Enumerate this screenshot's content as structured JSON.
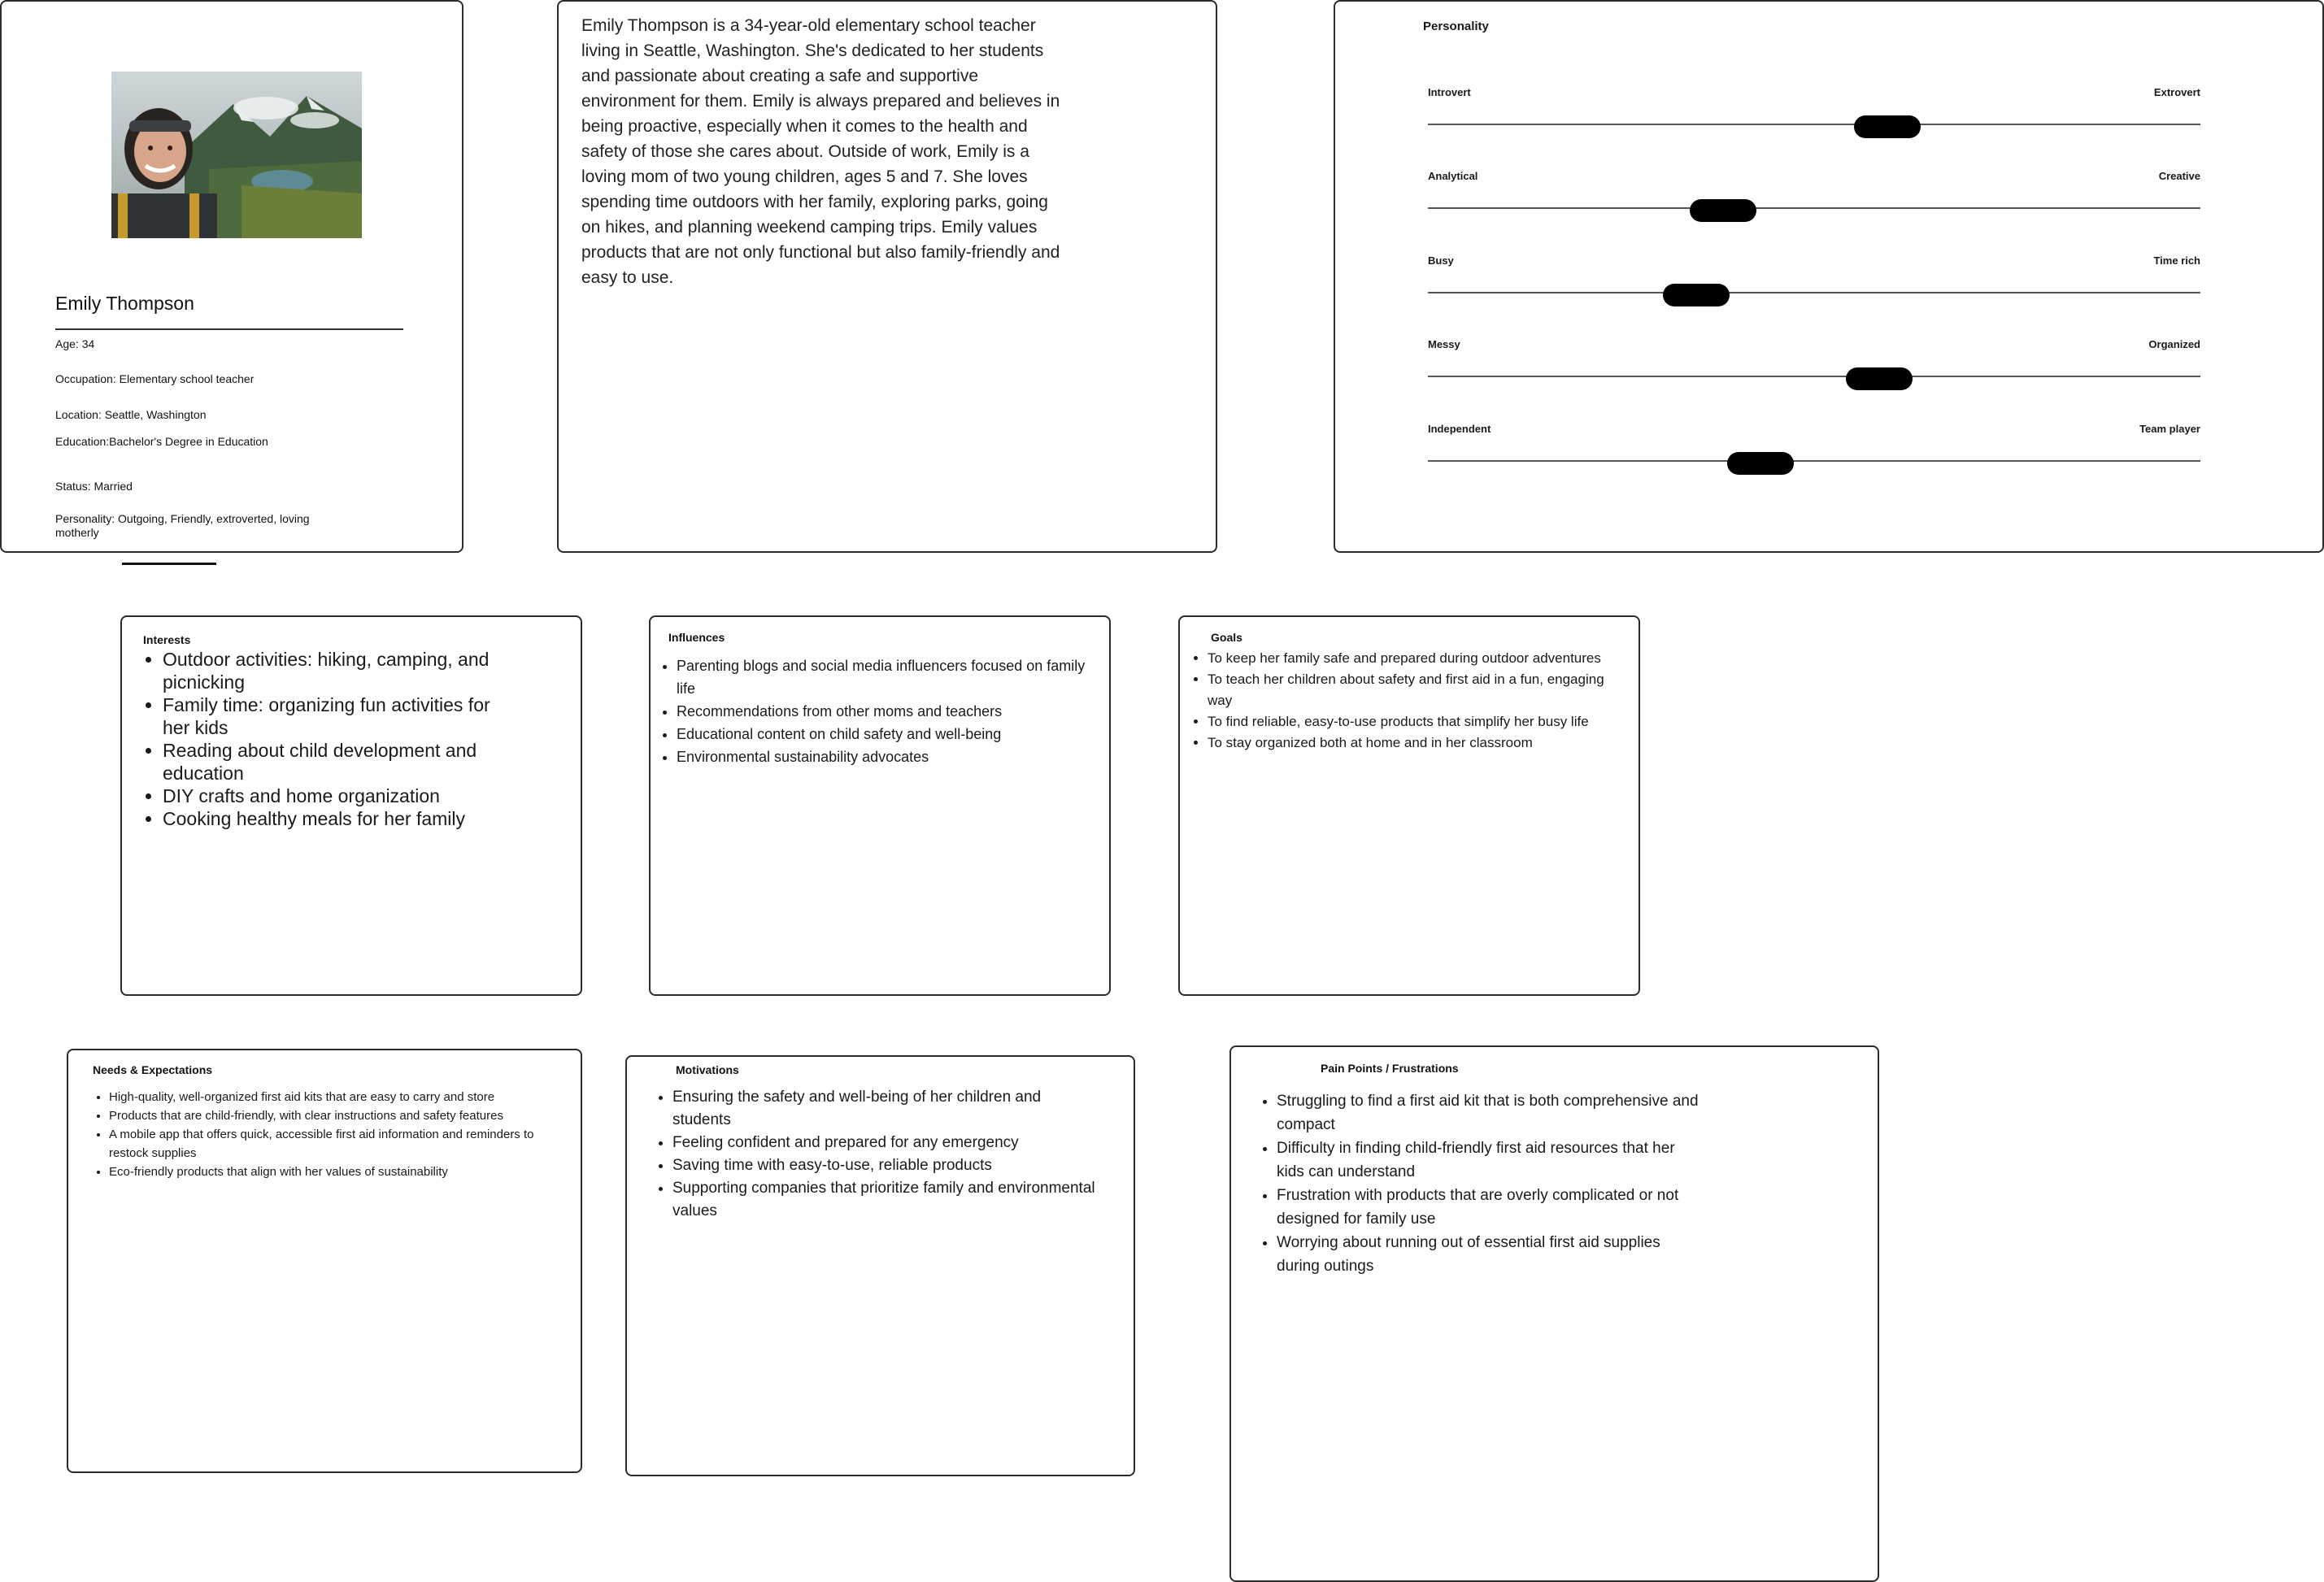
{
  "profile": {
    "name": "Emily Thompson",
    "age": "Age: 34",
    "occupation": "Occupation: Elementary school teacher",
    "location": "Location: Seattle, Washington",
    "education": "Education:Bachelor's Degree in Education",
    "status": "Status: Married",
    "personality": "Personality:  Outgoing, Friendly, extroverted, loving motherly"
  },
  "bio": {
    "text": "Emily Thompson is a 34-year-old elementary school teacher living in Seattle, Washington. She's dedicated to her students and passionate about creating a safe and supportive environment for them. Emily is always prepared and believes in being proactive, especially when it comes to the health and safety of those she cares about. Outside of work, Emily is a loving mom of two young children, ages 5 and 7. She loves spending time outdoors with her family, exploring parks, going on hikes, and planning weekend camping trips. Emily values products that are not only functional but also family-friendly and easy to use."
  },
  "personality": {
    "title": "Personality",
    "axes": [
      {
        "left": "Introvert",
        "right": "Extrovert",
        "value": 0.595
      },
      {
        "left": "Analytical",
        "right": "Creative",
        "value": 0.382
      },
      {
        "left": "Busy",
        "right": "Time rich",
        "value": 0.347
      },
      {
        "left": "Messy",
        "right": "Organized",
        "value": 0.584
      },
      {
        "left": "Independent",
        "right": "Team player",
        "value": 0.43
      }
    ]
  },
  "interests": {
    "title": "Interests",
    "items": [
      "Outdoor activities: hiking, camping, and picnicking",
      "Family time: organizing fun activities for her kids",
      "Reading about child development and education",
      "DIY crafts and home organization",
      "Cooking healthy meals for her family"
    ]
  },
  "influences": {
    "title": "Influences",
    "items": [
      "Parenting blogs and social media influencers focused on family life",
      "Recommendations from other moms and teachers",
      "Educational content on child safety and well-being",
      "Environmental sustainability advocates"
    ]
  },
  "goals": {
    "title": "Goals",
    "items": [
      "To keep her family safe and prepared during outdoor adventures",
      "To teach her children about safety and first aid in a fun, engaging way",
      "To find reliable, easy-to-use products that simplify her busy life",
      "To stay organized both at home and in her classroom"
    ]
  },
  "needs": {
    "title": "Needs & Expectations",
    "items": [
      "High-quality, well-organized first aid kits that are easy to carry and store",
      "Products that are child-friendly, with clear instructions and safety features",
      "A mobile app that offers quick, accessible first aid information and reminders to restock supplies",
      "Eco-friendly products that align with her values of sustainability"
    ]
  },
  "motivations": {
    "title": "Motivations",
    "items": [
      "Ensuring the safety and well-being of her children and students",
      "Feeling confident and prepared for any emergency",
      "Saving time with easy-to-use, reliable products",
      "Supporting companies that prioritize family and environmental values"
    ]
  },
  "painpoints": {
    "title": "Pain Points / Frustrations",
    "items": [
      "Struggling to find a first aid kit that is both comprehensive and compact",
      "Difficulty in finding child-friendly first aid resources that her kids can understand",
      "Frustration with products that are overly complicated or not designed for family use",
      "Worrying about running out of essential first aid supplies during outings"
    ]
  }
}
